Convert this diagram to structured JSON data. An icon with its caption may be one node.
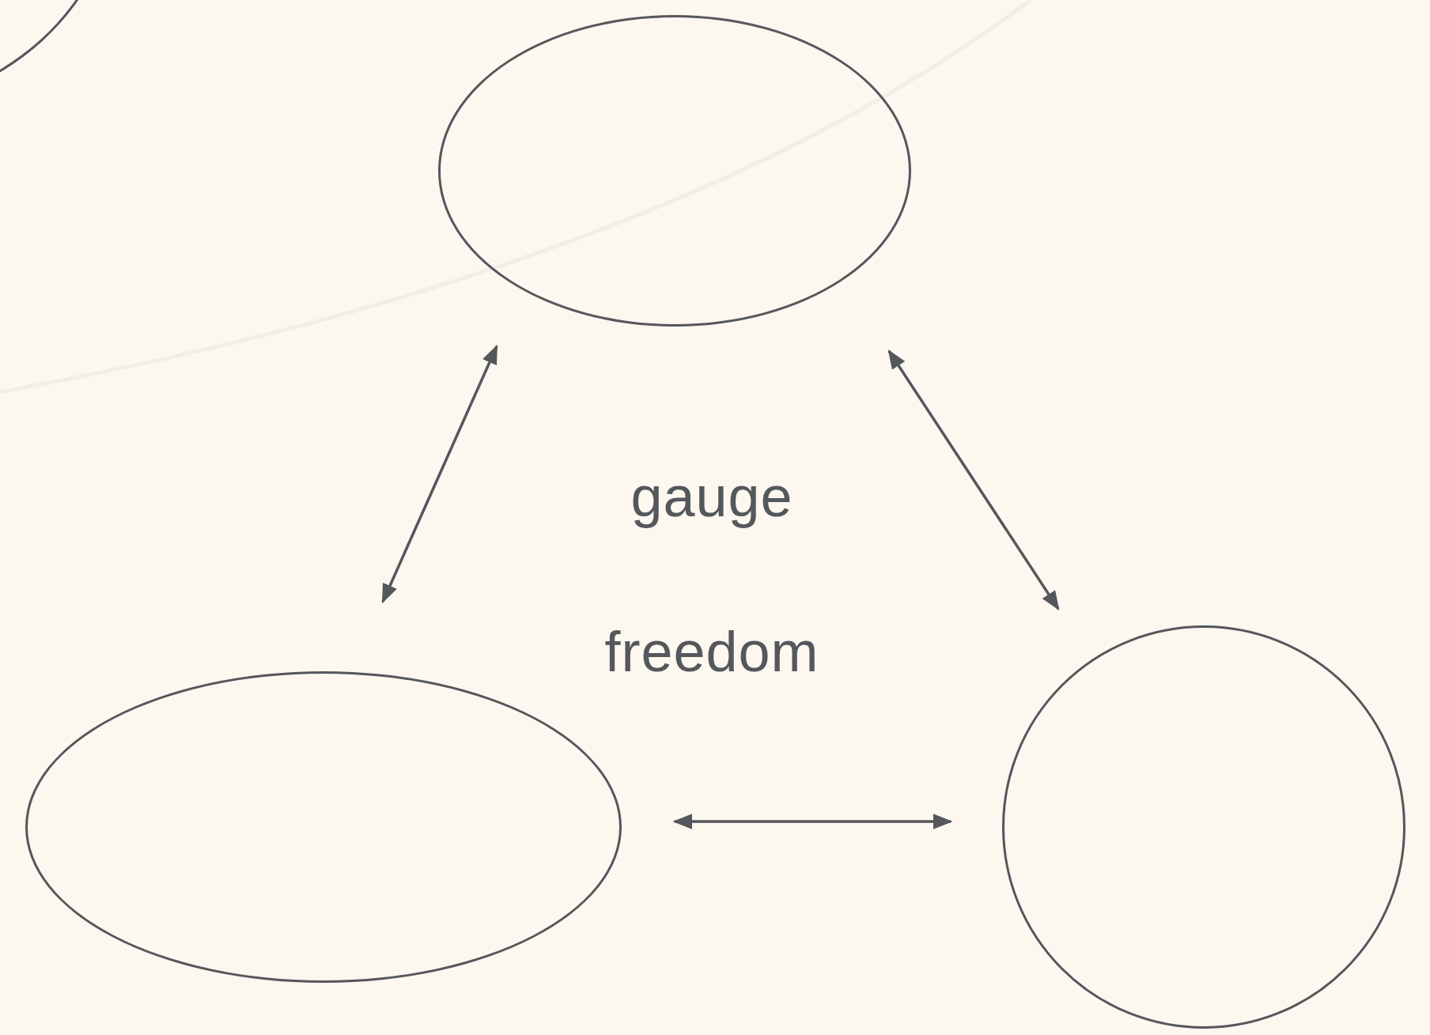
{
  "diagram": {
    "nodes": [
      {
        "text": [],
        "shape": "ellipse"
      },
      {
        "text": [],
        "shape": "ellipse"
      },
      {
        "text": [],
        "shape": "ellipse"
      },
      {
        "text": [],
        "shape": "circle"
      }
    ],
    "edges": [
      {
        "from": 2,
        "to": 1,
        "arrow": "both"
      },
      {
        "from": 1,
        "to": 3,
        "arrow": "both"
      },
      {
        "from": 2,
        "to": 3,
        "arrow": "both"
      }
    ],
    "labels": [
      "gauge freedom"
    ]
  }
}
